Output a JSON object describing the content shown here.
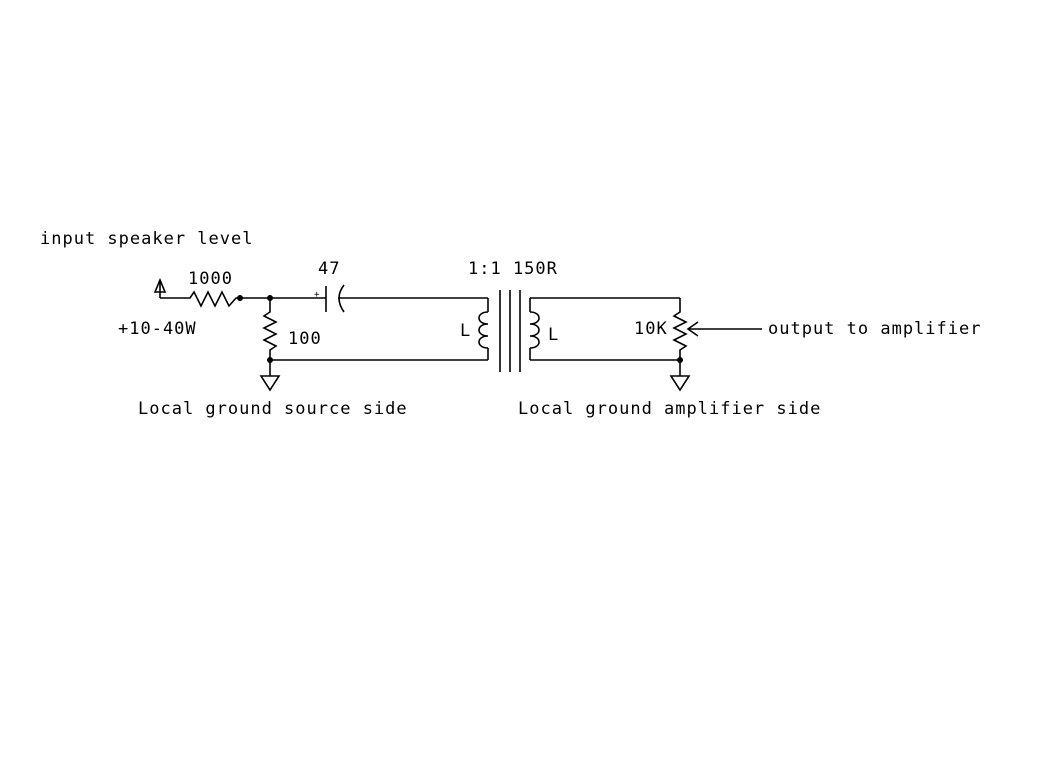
{
  "labels": {
    "title": "input speaker level",
    "input_range": "+10-40W",
    "r_series": "1000",
    "r_shunt": "100",
    "capacitor": "47",
    "cap_polarity": "+",
    "transformer": "1:1 150R",
    "inductor_primary": "L",
    "inductor_secondary": "L",
    "potentiometer": "10K",
    "output": "output to amplifier",
    "ground_source": "Local ground source side",
    "ground_amp": "Local ground amplifier side"
  }
}
